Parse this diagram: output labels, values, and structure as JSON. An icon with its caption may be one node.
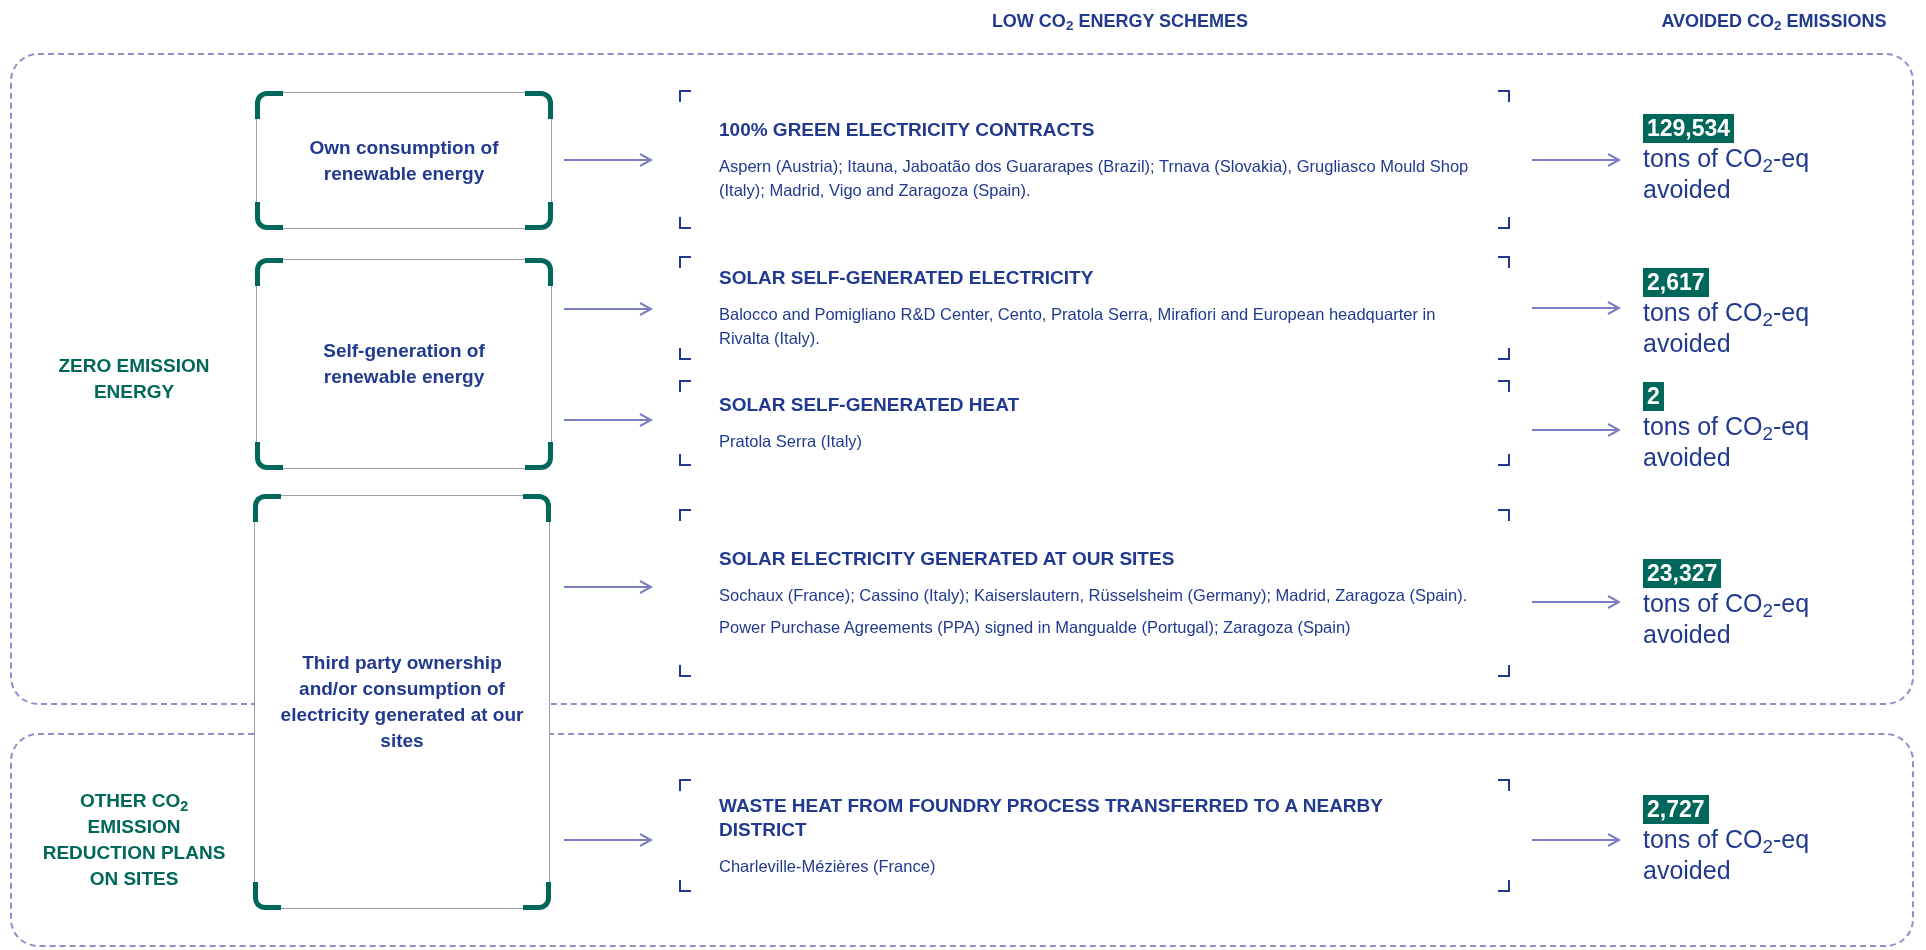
{
  "diagram": {
    "nodes": [
      {
        "text": [
          "ZERO EMISSION ENERGY"
        ]
      },
      {
        "text": [
          "OTHER CO$_{2}$ EMISSION REDUCTION PLANS ON SITES"
        ]
      },
      {
        "text": [
          "Own consumption of renewable energy"
        ],
        "in": 0
      },
      {
        "text": [
          "Self-generation of renewable energy"
        ],
        "in": 0
      },
      {
        "text": [
          "Third party ownership and/or consumption of electricity generated at our sites"
        ]
      },
      {
        "text": [
          "100% GREEN ELECTRICITY CONTRACTS",
          "Aspern (Austria); Itauna, Jaboatão dos Guararapes (Brazil); Trnava (Slovakia), Grugliasco Mould Shop (Italy); Madrid, Vigo and Zaragoza (Spain)."
        ],
        "in": 0
      },
      {
        "text": [
          "SOLAR SELF-GENERATED ELECTRICITY",
          "Balocco and Pomigliano R&D Center, Cento, Pratola Serra, Mirafiori and European headquarter in Rivalta (Italy)."
        ],
        "in": 0
      },
      {
        "text": [
          "SOLAR SELF-GENERATED HEAT",
          "Pratola Serra (Italy)"
        ],
        "in": 0
      },
      {
        "text": [
          "SOLAR ELECTRICITY GENERATED AT OUR SITES",
          "Sochaux (France); Cassino (Italy); Kaiserslautern, Rüsselsheim (Germany); Madrid, Zaragoza (Spain).",
          "Power Purchase Agreements (PPA) signed in Mangualde (Portugal); Zaragoza (Spain)"
        ],
        "in": 0
      },
      {
        "text": [
          "WASTE HEAT FROM FOUNDRY PROCESS TRANSFERRED TO A NEARBY DISTRICT",
          "Charleville-Mézières (France)"
        ],
        "in": 1
      },
      {
        "text": [
          "129,534",
          "tons of CO$_{2}$-eq avoided"
        ],
        "in": 0
      },
      {
        "text": [
          "2,617",
          "tons of CO$_{2}$-eq avoided"
        ],
        "in": 0
      },
      {
        "text": [
          "2",
          "tons of CO$_{2}$-eq avoided"
        ],
        "in": 0
      },
      {
        "text": [
          "23,327",
          "tons of CO$_{2}$-eq avoided"
        ],
        "in": 0
      },
      {
        "text": [
          "2,727",
          "tons of CO$_{2}$-eq avoided"
        ],
        "in": 1
      }
    ],
    "edges": [
      {
        "from": 2,
        "to": 5,
        "arrow": "to"
      },
      {
        "from": 3,
        "to": 6,
        "arrow": "to"
      },
      {
        "from": 3,
        "to": 7,
        "arrow": "to"
      },
      {
        "from": 4,
        "to": 8,
        "arrow": "to"
      },
      {
        "from": 4,
        "to": 9,
        "arrow": "to"
      },
      {
        "from": 5,
        "to": 10,
        "arrow": "to"
      },
      {
        "from": 6,
        "to": 11,
        "arrow": "to"
      },
      {
        "from": 7,
        "to": 12,
        "arrow": "to"
      },
      {
        "from": 8,
        "to": 13,
        "arrow": "to"
      },
      {
        "from": 9,
        "to": 14,
        "arrow": "to"
      }
    ],
    "labels": [
      "LOW CO$_{2}$ ENERGY SCHEMES",
      "AVOIDED CO$_{2}$ EMISSIONS"
    ]
  }
}
